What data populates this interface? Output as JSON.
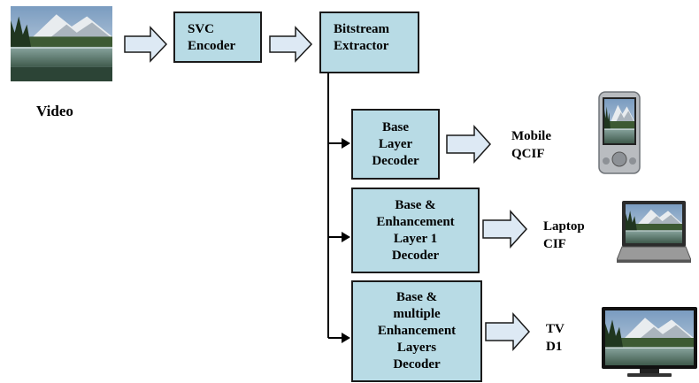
{
  "source": {
    "label": "Video"
  },
  "blocks": {
    "svc_encoder": "SVC\nEncoder",
    "bitstream_extractor": "Bitstream\nExtractor",
    "base_decoder": "Base\nLayer\nDecoder",
    "enh1_decoder": "Base &\nEnhancement\nLayer 1\nDecoder",
    "multi_decoder": "Base &\nmultiple\nEnhancement\nLayers\nDecoder"
  },
  "outputs": {
    "mobile": "Mobile\nQCIF",
    "laptop": "Laptop\nCIF",
    "tv": "TV\nD1"
  },
  "colors": {
    "block_fill": "#b8dbe5",
    "arrow_fill": "#dde9f4",
    "border": "#1a1a1a"
  },
  "icons": {
    "video": "landscape-photo-icon",
    "mobile": "pda-device-icon",
    "laptop": "laptop-icon",
    "tv": "flat-tv-icon"
  }
}
